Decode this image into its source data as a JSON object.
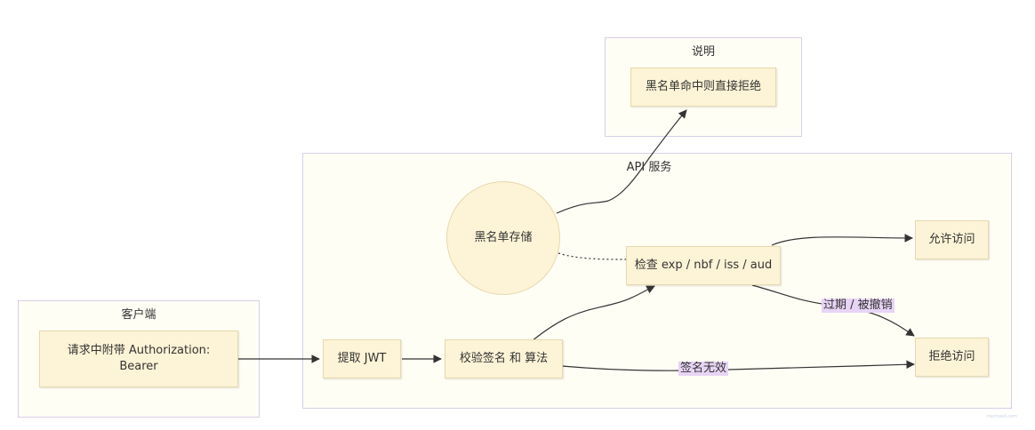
{
  "clusters": {
    "note": {
      "title": "说明"
    },
    "api": {
      "title": "API 服务"
    },
    "client": {
      "title": "客户端"
    }
  },
  "nodes": {
    "blacklist_reject": "黑名单命中则直接拒绝",
    "blacklist_store": "黑名单存储",
    "check_claims": "检查 exp / nbf / iss / aud",
    "allow": "允许访问",
    "reject": "拒绝访问",
    "extract_jwt": "提取 JWT",
    "verify_sig": "校验签名 和 算法",
    "request": "请求中附带 Authorization: Bearer"
  },
  "edge_labels": {
    "expired_revoked": "过期 / 被撤销",
    "invalid_sig": "签名无效"
  },
  "watermark": "mermaid.com"
}
